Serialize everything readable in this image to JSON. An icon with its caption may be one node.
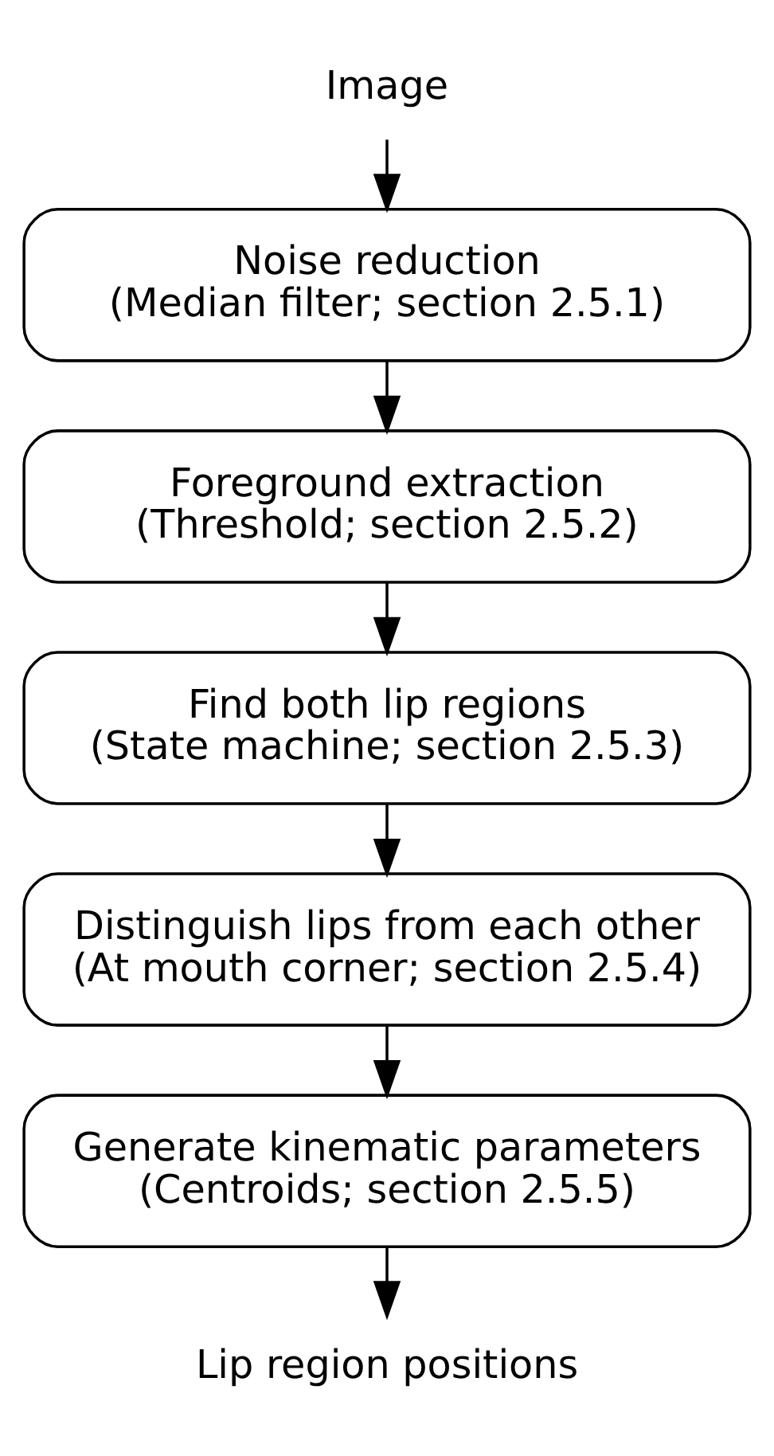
{
  "diagram": {
    "nodes": [
      {
        "text": [
          "Image"
        ]
      },
      {
        "text": [
          "Noise reduction",
          "(Median filter; section 2.5.1)"
        ]
      },
      {
        "text": [
          "Foreground extraction",
          "(Threshold; section 2.5.2)"
        ]
      },
      {
        "text": [
          "Find both lip regions",
          "(State machine; section 2.5.3)"
        ]
      },
      {
        "text": [
          "Distinguish lips from each other",
          "(At mouth corner; section 2.5.4)"
        ]
      },
      {
        "text": [
          "Generate kinematic parameters",
          "(Centroids; section 2.5.5)"
        ]
      },
      {
        "text": [
          "Lip region positions"
        ]
      }
    ],
    "edges": [
      {
        "from": 0,
        "to": 1,
        "arrow": "to"
      },
      {
        "from": 1,
        "to": 2,
        "arrow": "to"
      },
      {
        "from": 2,
        "to": 3,
        "arrow": "to"
      },
      {
        "from": 3,
        "to": 4,
        "arrow": "to"
      },
      {
        "from": 4,
        "to": 5,
        "arrow": "to"
      },
      {
        "from": 5,
        "to": 6,
        "arrow": "to"
      }
    ]
  }
}
